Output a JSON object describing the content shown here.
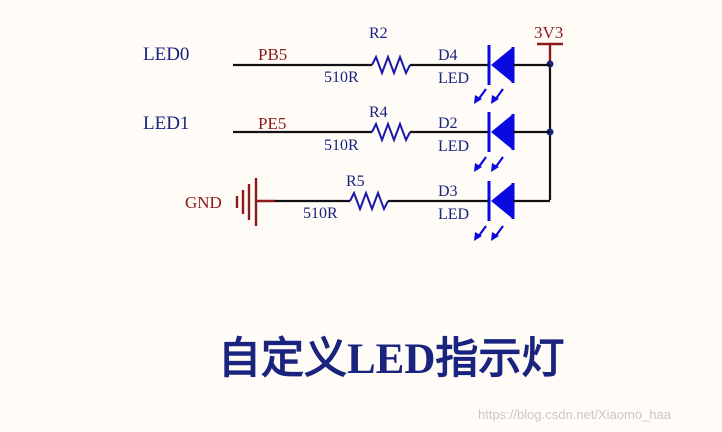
{
  "title": "自定义LED指示灯",
  "watermark": "https://blog.csdn.net/Xiaomo_haa",
  "power_label": "3V3",
  "ground_label": "GND",
  "rows": [
    {
      "net": "LED0",
      "pin": "PB5",
      "resistor": "R2",
      "value": "510R",
      "diode": "D4",
      "diode_type": "LED"
    },
    {
      "net": "LED1",
      "pin": "PE5",
      "resistor": "R4",
      "value": "510R",
      "diode": "D2",
      "diode_type": "LED"
    },
    {
      "net": "",
      "pin": "",
      "resistor": "R5",
      "value": "510R",
      "diode": "D3",
      "diode_type": "LED"
    }
  ],
  "colors": {
    "label": "#1a237e",
    "net": "#8b1a1a",
    "led": "#0a0ae0",
    "wire": "#111111"
  },
  "icons": [
    "ground-icon",
    "power-port-icon",
    "resistor-icon",
    "led-icon",
    "light-emission-arrow-icon"
  ]
}
